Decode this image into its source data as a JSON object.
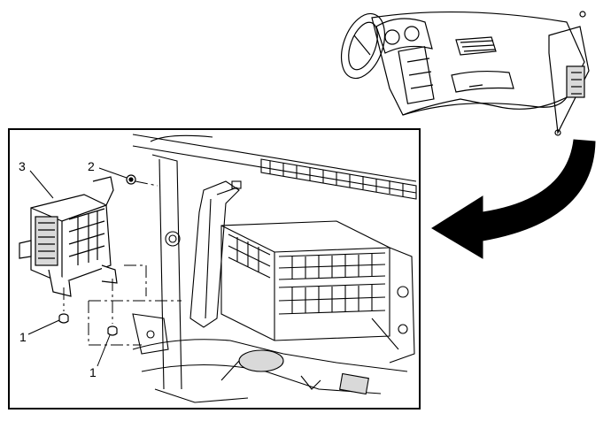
{
  "diagram": {
    "callouts": {
      "fastener_upper": "2",
      "module": "3",
      "nut_left": "1",
      "nut_right": "1"
    },
    "colors": {
      "line": "#000000",
      "background": "#ffffff",
      "shade": "#d9d9d9"
    },
    "icons": [
      "locator-vehicle-dashboard",
      "zoom-arrow-icon",
      "electronic-module",
      "fastener-bolt",
      "nut"
    ]
  }
}
